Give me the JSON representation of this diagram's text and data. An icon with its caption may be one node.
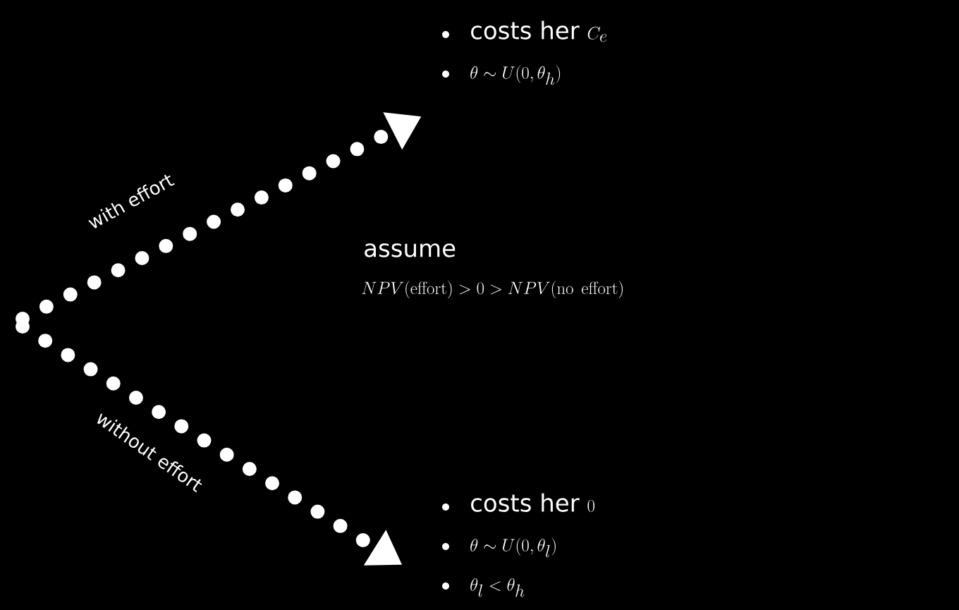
{
  "diagram": {
    "nodes": [
      {
        "text": [
          "\\text{costs her } C_e",
          "\\theta \\sim U(0, \\theta_h)"
        ]
      },
      {
        "text": [
          "\\text{costs her } 0",
          "\\theta \\sim U(0, \\theta_l)",
          "\\theta_l < \\theta_h"
        ]
      }
    ],
    "edges": [
      {
        "from": null,
        "to": 0,
        "arrow": "to",
        "label": "with effort"
      },
      {
        "from": null,
        "to": 1,
        "arrow": "to",
        "label": "without effort"
      }
    ],
    "labels": [
      "assume",
      "NPV(\\mathrm{effort}) > 0 > NPV(\\mathrm{no\\ effort})"
    ]
  }
}
